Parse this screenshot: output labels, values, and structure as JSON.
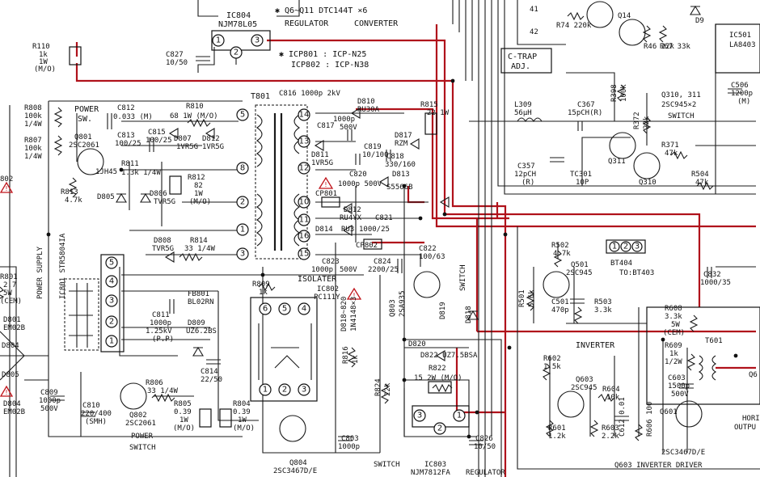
{
  "labels": {
    "ic804": "IC804",
    "njm78l05": "NJM78L05",
    "regulator_top": "REGULATOR",
    "q6q11": "✱ Q6~Q11  DTC144T ×6",
    "converter": "CONVERTER",
    "icp801": "✱ ICP801 : ICP-N25",
    "icp802": "ICP802 : ICP-N38",
    "c827": "C827",
    "c827v": "10/50",
    "r110": "R110",
    "r110v": "1k",
    "r110w": "1W",
    "r110m": "(M/O)",
    "n41": "41",
    "n42": "42",
    "r74": "R74 220k",
    "q14": "Q14",
    "r46": "R46 22k",
    "r67": "R67 33k",
    "d9": "D9",
    "ctrap": "C-TRAP",
    "adj": "ADJ.",
    "ic501": "IC501",
    "la8403": "LA8403",
    "r808": "R808",
    "r808v": "100k",
    "r808w": "1/4W",
    "r807": "R807",
    "r807v": "100k",
    "r807w": "1/4W",
    "power_sw": "POWER",
    "sw": "SW.",
    "c812": "C812",
    "c812v": "0.033 (M)",
    "r810": "R810",
    "r810v": "68  1W (M/O)",
    "q801": "Q801",
    "q801t": "2SC2061",
    "c813": "C813",
    "c813v": "100/25",
    "c815": "C815",
    "c815v": "100/25",
    "d807": "D807",
    "d807t": "1VR5G",
    "d812t": "D812",
    "d812tt": "1VR5G",
    "r811": "R811",
    "r811v": "1.3k 1/4W",
    "r813": "R813",
    "r813v": "4.7k",
    "d805": "D805",
    "d805t": "1JH45",
    "d806": "D806",
    "d806t": "TVR5G",
    "r812": "R812",
    "r812v": "82",
    "r812w": "1W",
    "r812m": "(M/O)",
    "t801": "T801",
    "c816": "C816  1000p  2kV",
    "d810": "D810",
    "d810t": "RU30A",
    "c817": "C817",
    "c817v": "1000p",
    "c817w": "500V",
    "d811": "D811",
    "d811t": "1VR5G",
    "c819": "C819",
    "c819v": "10/100",
    "c818": "C818",
    "c818v": "330/160",
    "d817": "D817",
    "d817t": "RZM",
    "r815": "R815",
    "r815v": "22 1W",
    "c820": "C820",
    "c820v": "1000p  500V",
    "d813": "D813",
    "d813t": "S5566B",
    "cp801": "CP801",
    "d812": "D812",
    "d812v": "RU4YX",
    "c821": "C821",
    "d814": "D814",
    "d814t": "RU3",
    "c821v": "1000/25",
    "cp802": "CP802",
    "c822": "C822",
    "c822v": "100/63",
    "c823": "C823",
    "c823v": "1000p",
    "c823w": "500V",
    "c824": "C824",
    "c824v": "2200/25",
    "d808": "D808",
    "d808t": "TVR5G",
    "r814": "R814",
    "r814v": "33  1/4W",
    "isolater": "ISOLATER",
    "ic802": "IC802",
    "pc111y": "PC111Y",
    "r809": "R809",
    "r809v": "1k",
    "fb801": "FB801",
    "bl02rn": "BL02RN",
    "c811": "C811",
    "c811v": "1000p",
    "c811w": "1.25kV",
    "c811p": "(P.P)",
    "d809": "D809",
    "d809t": "UZ6.2BS",
    "c814": "C814",
    "c814v": "22/50",
    "ic801": "IC801  STR5804IA",
    "power_supply": "POWER SUPPLY",
    "d818_820": "D818~820",
    "in4148x3": "1N4148×3",
    "q803": "Q803",
    "q803t": "2SA935",
    "d819": "D819",
    "switch_v": "SWITCH",
    "d818": "D818",
    "r816": "R816",
    "r816v": "1k",
    "d820": "D820",
    "d822": "D822  UZ7.5BSA",
    "r822": "R822",
    "r822v": "15  2W (M/O)",
    "r824": "R824",
    "r824v": "22k",
    "ic803": "IC803",
    "njm7812fa": "NJM7812FA",
    "regulator_bot": "REGULATOR",
    "c826": "C826",
    "c826v": "10/50",
    "switch_bot": "SWITCH",
    "q804": "Q804",
    "q804t": "2SC3467D/E",
    "c803": "C803",
    "c803v": "1000p",
    "r806": "R806",
    "r806v": "33  1/4W",
    "q802": "Q802",
    "q802t": "2SC2061",
    "power_bot": "POWER",
    "switch_bot2": "SWITCH",
    "c810": "C810",
    "c810v": "220/400",
    "c810m": "(SMH)",
    "c809": "C809",
    "c809v": "1000p",
    "c809w": "500V",
    "r805": "R805",
    "r805v": "0.39",
    "r805w": "1W",
    "r805m": "(M/O)",
    "r804": "R804",
    "r804v": "0.39",
    "r804w": "1W",
    "r804m": "(M/O)",
    "d801": "D801",
    "d801t": "EM02B",
    "d804": "D804",
    "d805b": "D805",
    "d805bt": "EM02B",
    "r801": "R801",
    "r801v": "2.7",
    "r801w": "5W",
    "r801m": "(CEM)",
    "n802": "802",
    "l309": "L309",
    "l309v": "56μH",
    "c367": "C367",
    "c367v": "15pCH(R)",
    "r398": "R398",
    "r398v": "100k",
    "r372": "R372",
    "r372v": "22k",
    "q311": "Q311",
    "q310": "Q310",
    "q310_311": "Q310, 311",
    "q310t": "2SC945×2",
    "switch_r": "SWITCH",
    "r371": "R371",
    "r371v": "47k",
    "c357": "C357",
    "c357v": "12pCH",
    "c357r": "(R)",
    "tc301": "TC301",
    "tc301v": "10P",
    "c506": "C506",
    "c506v": "1200p",
    "c506m": "(M)",
    "r504": "R504",
    "r504v": "47k",
    "r502": "R502",
    "r502v": "4.7k",
    "q501": "Q501",
    "q501t": "2SC945",
    "bt404": "BT404",
    "tobt403": "TO:BT403",
    "c832": "C832",
    "c832v": "1000/35",
    "r501": "R501",
    "r501v": "5.6k",
    "c501": "C501",
    "c501v": "470p",
    "r503": "R503",
    "r503v": "3.3k",
    "inverter": "INVERTER",
    "r608": "R608",
    "r608v": "3.3k",
    "r608w": "5W",
    "r608m": "(CEM)",
    "t601": "T601",
    "r609": "R609",
    "r609v": "1k",
    "r609w": "1/2W",
    "c603": "C603",
    "c603v": "1500p",
    "c603w": "500V",
    "q601": "Q601",
    "r602": "R602",
    "r602v": "1.5k",
    "q603": "Q603",
    "q603t": "2SC945",
    "r604": "R604",
    "r604v": "10k",
    "r601": "R601",
    "r601v": "1.2k",
    "r603": "R603",
    "r603v": "2.2k",
    "c612": "C612  0.01",
    "r606": "R606  100",
    "q603bot": "Q603  INVERTER   DRIVER",
    "q601t": "2SC3467D/E",
    "hori": "HORI",
    "output": "OUTPU",
    "q6": "Q6"
  },
  "pins": {
    "ic804": [
      "1",
      "2",
      "3"
    ],
    "t801_left": [
      "5",
      "8",
      "2",
      "1",
      "3"
    ],
    "t801_right": [
      "14",
      "13",
      "12",
      "10",
      "11",
      "16",
      "15"
    ],
    "ic801": [
      "5",
      "4",
      "3",
      "2",
      "1"
    ],
    "ic802": [
      "6",
      "5",
      "4",
      "1",
      "2",
      "3"
    ],
    "ic803": [
      "3",
      "2",
      "1"
    ],
    "bt404": [
      "1",
      "2",
      "3"
    ]
  },
  "colors": {
    "wire": "#1a1a1a",
    "highlight": "#b0121b",
    "warning": "#c0141b",
    "paper": "#ffffff"
  }
}
